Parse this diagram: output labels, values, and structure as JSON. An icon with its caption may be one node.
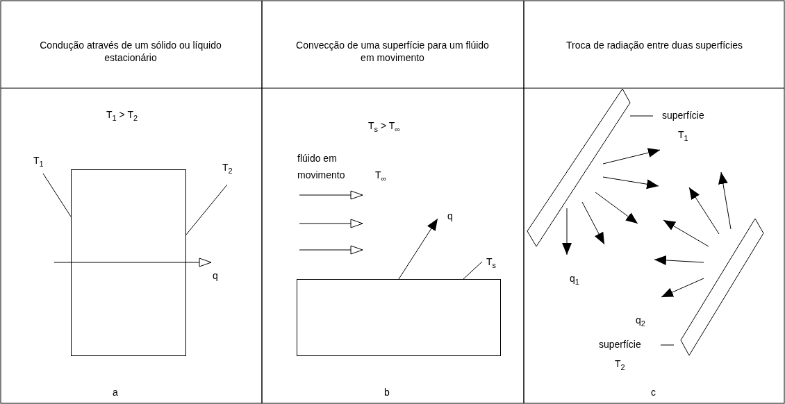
{
  "diagram": {
    "nodes": [
      {
        "text": [
          "T$_{1}$"
        ]
      },
      {
        "text": [],
        "shape": "box"
      },
      {
        "text": [
          "T$_{2}$"
        ]
      },
      {
        "text": [
          "T$_{s}$"
        ]
      },
      {
        "text": [],
        "shape": "box"
      },
      {
        "text": [],
        "shape": "bar"
      },
      {
        "text": [
          "superfície",
          "T$_{1}$"
        ]
      },
      {
        "text": [],
        "shape": "bar"
      },
      {
        "text": [
          "superfície",
          "T$_{2}$"
        ]
      }
    ],
    "edges": [
      {
        "from": 0,
        "to": 1,
        "arrow": "none"
      },
      {
        "from": 2,
        "to": 1,
        "arrow": "none"
      },
      {
        "from": 3,
        "to": 4,
        "arrow": "none"
      },
      {
        "from": 6,
        "to": 5,
        "arrow": "none"
      },
      {
        "from": 8,
        "to": 7,
        "arrow": "none"
      }
    ],
    "labels": [
      "Condução através de um sólido ou líquido estacionário",
      "Convecção de uma superfície para um flúido em movimento",
      "Troca de radiação entre duas superfícies",
      "T$_{1}$ > T$_{2}$",
      "q",
      "a",
      "T$_{s}$ > T$_{∞}$",
      "flúido em movimento",
      "T$_{∞}$",
      "q",
      "b",
      "q$_{1}$",
      "q$_{2}$",
      "c"
    ]
  }
}
